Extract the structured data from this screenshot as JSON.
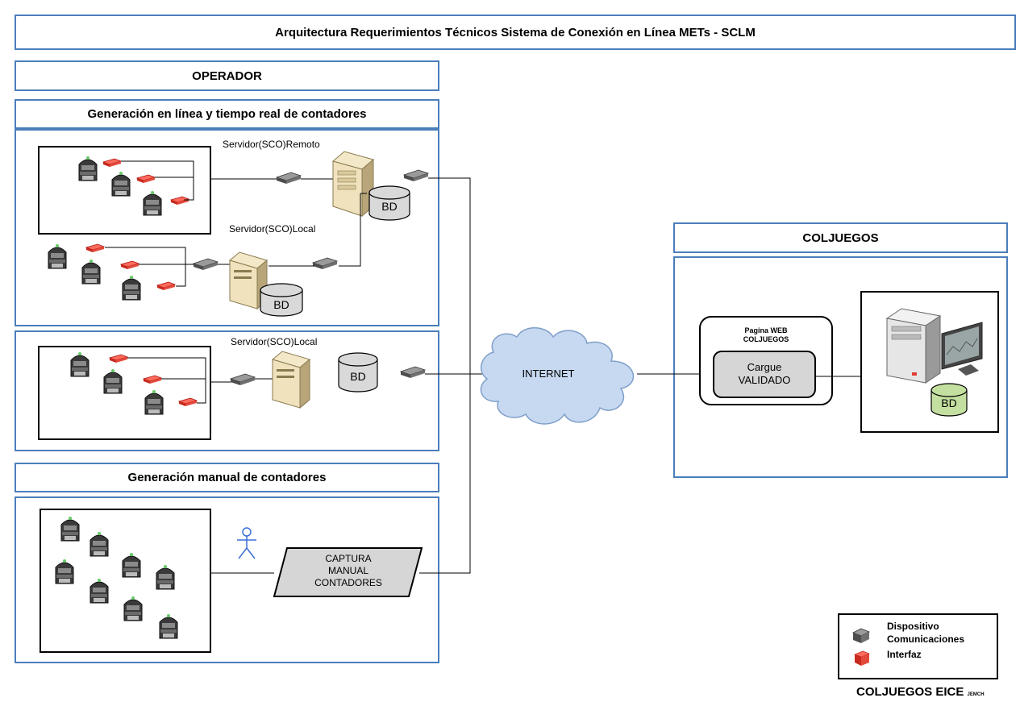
{
  "title": "Arquitectura Requerimientos Técnicos Sistema de Conexión en Línea METs - SCLM",
  "operador": "OPERADOR",
  "online_section": "Generación en línea y tiempo real de contadores",
  "manual_section": "Generación manual de contadores",
  "coljuegos": "COLJUEGOS",
  "server_remote": "Servidor(SCO)Remoto",
  "server_local_1": "Servidor(SCO)Local",
  "server_local_2": "Servidor(SCO)Local",
  "db_label": "BD",
  "internet": "INTERNET",
  "web_page_line1": "Pagina WEB",
  "web_page_line2": "COLJUEGOS",
  "cargue_line1": "Cargue",
  "cargue_line2": "VALIDADO",
  "captura_line1": "CAPTURA",
  "captura_line2": "MANUAL",
  "captura_line3": "CONTADORES",
  "legend_device_line1": "Dispositivo",
  "legend_device_line2": "Comunicaciones",
  "legend_interface": "Interfaz",
  "footer": "COLJUEGOS EICE",
  "footer_small": "JEMCH",
  "colors": {
    "border_blue": "#4a7ebb",
    "cloud": "#c6d9f1",
    "db_gray": "#d9d9d9",
    "db_green": "#c4e0a0",
    "interface_red": "#e03c31"
  }
}
